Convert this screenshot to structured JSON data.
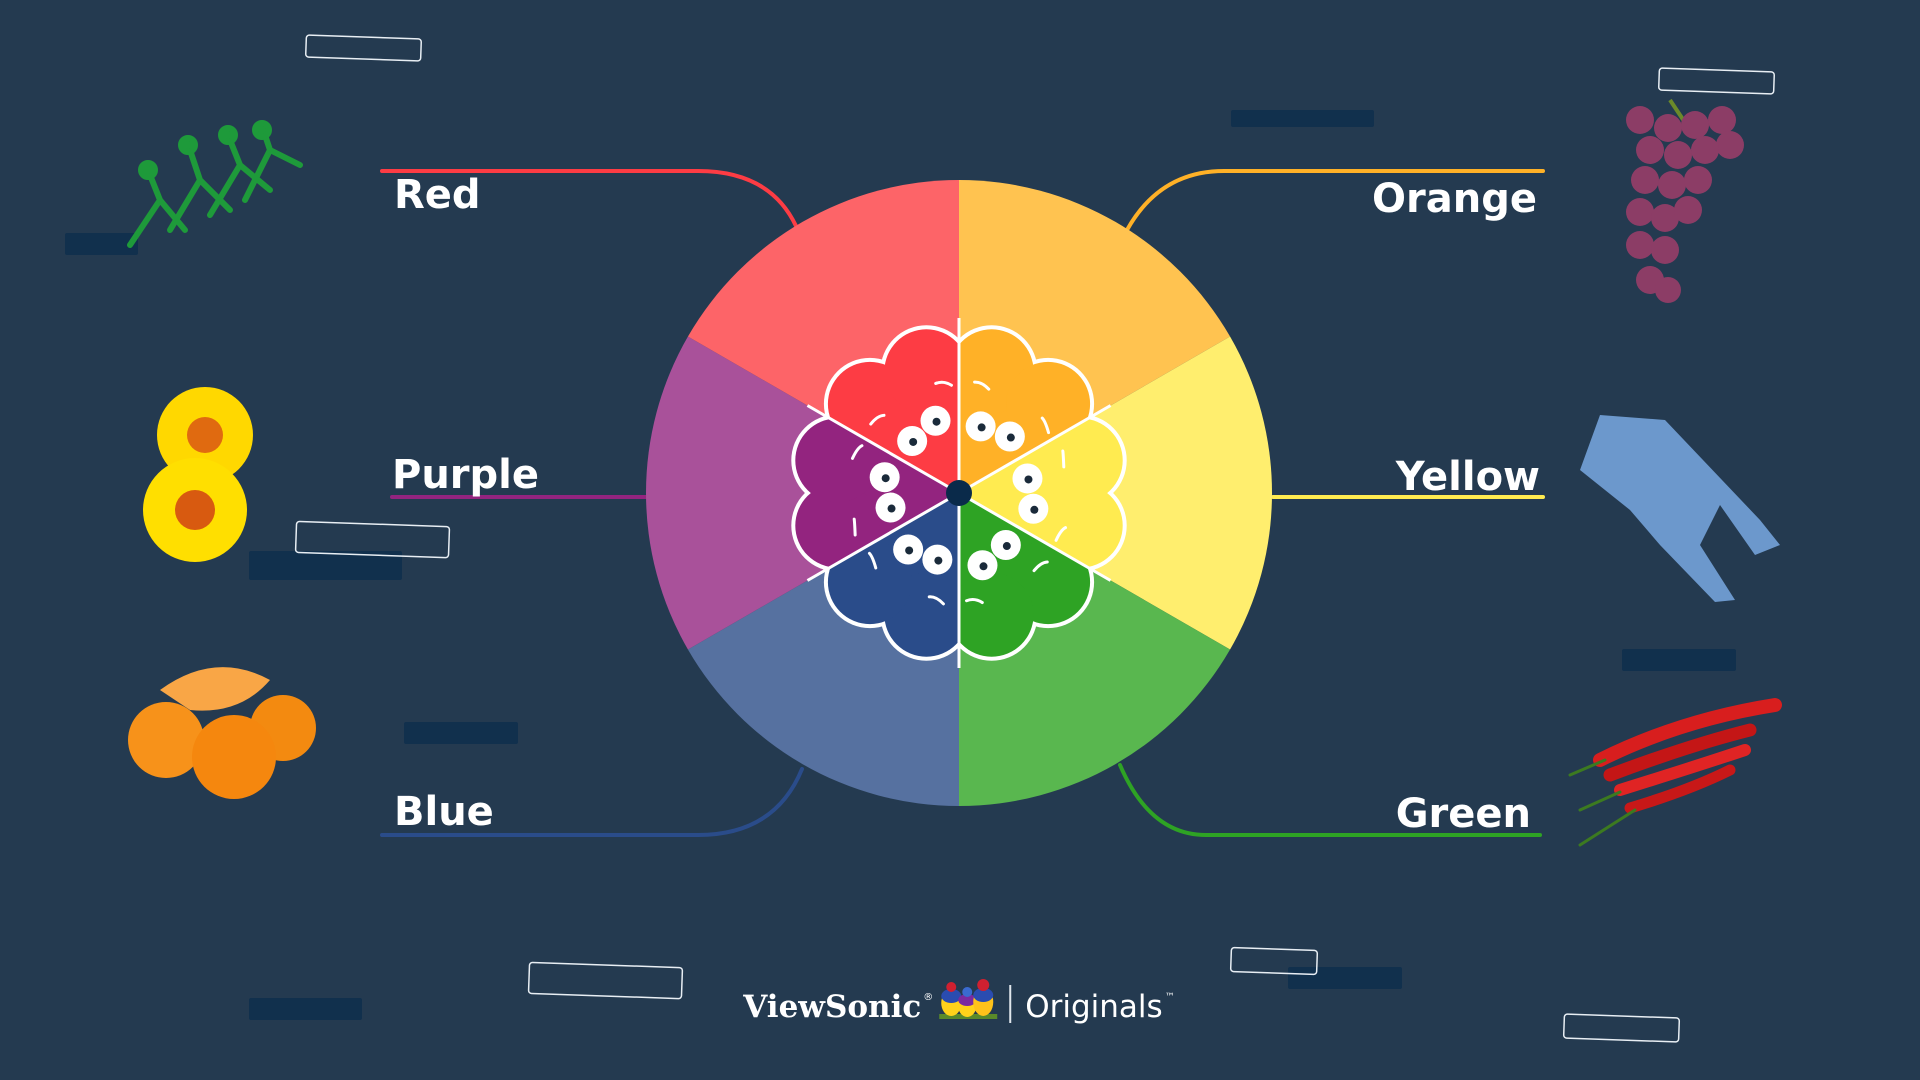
{
  "labels": {
    "red": "Red",
    "orange": "Orange",
    "purple": "Purple",
    "yellow": "Yellow",
    "blue": "Blue",
    "green": "Green"
  },
  "logo": {
    "brand": "ViewSonic",
    "registered": "®",
    "series": "Originals",
    "trademark": "™"
  },
  "segments": [
    {
      "name": "orange",
      "outer": "#ffc350",
      "inner": "#ffb127"
    },
    {
      "name": "yellow",
      "outer": "#ffee6e",
      "inner": "#ffeb50"
    },
    {
      "name": "green",
      "outer": "#59b74f",
      "inner": "#2ea324"
    },
    {
      "name": "blue",
      "outer": "#5671a0",
      "inner": "#2a4c8a"
    },
    {
      "name": "purple",
      "outer": "#a9519a",
      "inner": "#93247f"
    },
    {
      "name": "red",
      "outer": "#fd6468",
      "inner": "#fd3c44"
    }
  ],
  "images": [
    "toy-soldiers",
    "sunflowers",
    "oranges",
    "grapes",
    "jeans",
    "chili-peppers"
  ]
}
